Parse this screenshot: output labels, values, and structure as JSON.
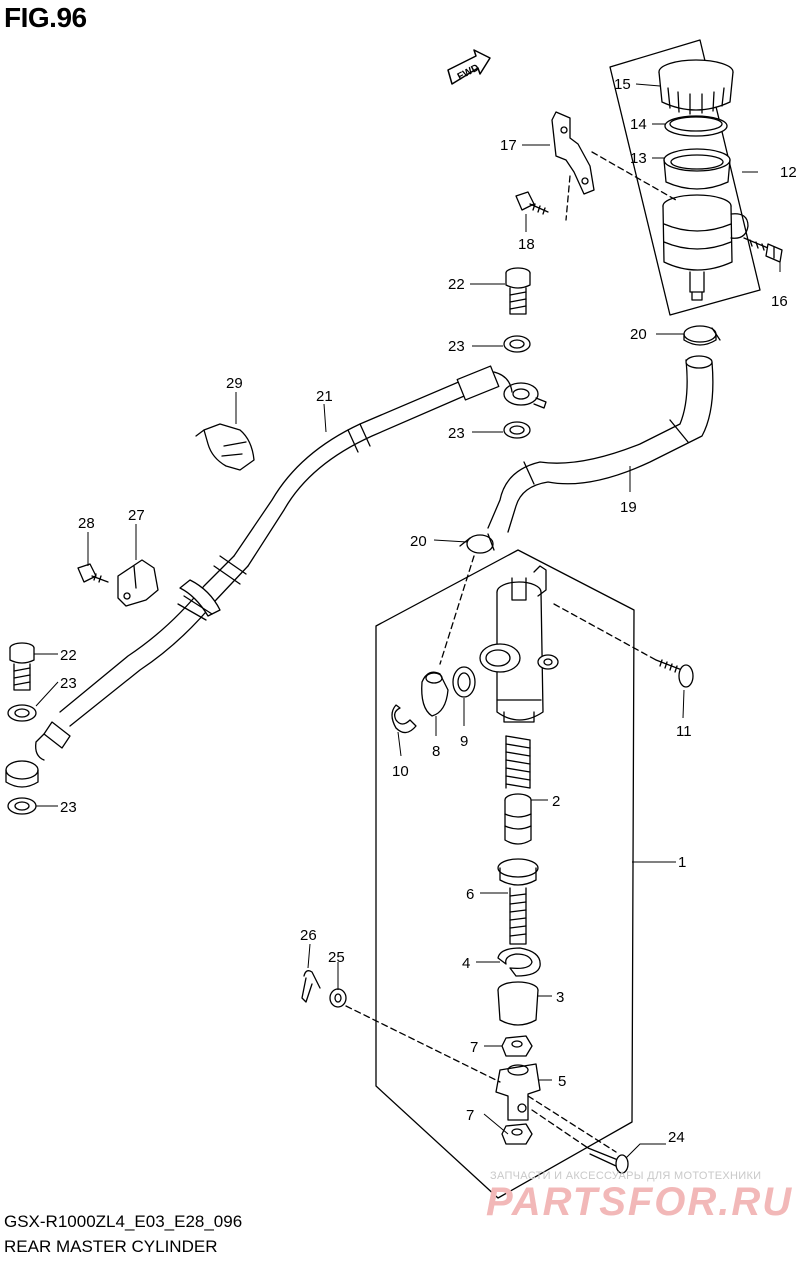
{
  "figure": {
    "title": "FIG.96",
    "model_code": "GSX-R1000ZL4_E03_E28_096",
    "name": "REAR MASTER CYLINDER",
    "fwd_label": "FWD"
  },
  "callouts": [
    "1",
    "2",
    "3",
    "4",
    "5",
    "6",
    "7",
    "7",
    "8",
    "9",
    "10",
    "11",
    "12",
    "13",
    "14",
    "15",
    "16",
    "17",
    "18",
    "19",
    "20",
    "20",
    "21",
    "22",
    "22",
    "23",
    "23",
    "23",
    "23",
    "24",
    "25",
    "26",
    "27",
    "28",
    "29"
  ],
  "watermark": {
    "tagline": "ЗАПЧАСТИ И АКСЕССУАРЫ ДЛЯ МОТОТЕХНИКИ",
    "logo": "PARTSFOR.RU"
  },
  "colors": {
    "line": "#000000",
    "watermark_text": "#c9c9c9",
    "watermark_logo": "#f2b8b8"
  }
}
